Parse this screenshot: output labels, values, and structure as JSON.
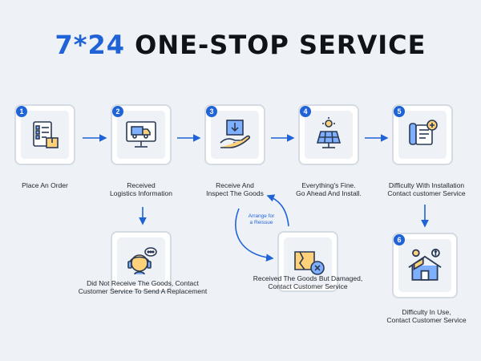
{
  "title": {
    "accent": "7*24",
    "rest": "ONE-STOP SERVICE"
  },
  "colors": {
    "accent": "#1f63d6",
    "card": "#ffffff",
    "background": "#eef2f7"
  },
  "steps": [
    {
      "num": "1",
      "icon": "order-list-icon",
      "line1": "Place An Order",
      "line2": ""
    },
    {
      "num": "2",
      "icon": "logistics-monitor-icon",
      "line1": "Received",
      "line2": "Logistics Information"
    },
    {
      "num": "3",
      "icon": "inspect-package-icon",
      "line1": "Receive And",
      "line2": "Inspect The Goods"
    },
    {
      "num": "4",
      "icon": "solar-panel-icon",
      "line1": "Everything's Fine.",
      "line2": "Go Ahead And Install."
    },
    {
      "num": "5",
      "icon": "install-manual-icon",
      "line1": "Difficulty With Installation",
      "line2": "Contact customer Service"
    },
    {
      "num": "6",
      "icon": "solar-house-icon",
      "line1": "Difficulty In Use,",
      "line2": "Contact Customer Service"
    }
  ],
  "branches": {
    "not_received": {
      "icon": "support-agent-icon",
      "line1": "Did Not Receive The Goods, Contact",
      "line2": "Customer Service To Send A Replacement"
    },
    "damaged": {
      "icon": "damaged-box-icon",
      "line1": "Received The Goods But Damaged,",
      "line2": "Contact Customer Service"
    }
  },
  "reissue_label": {
    "line1": "Arrange for",
    "line2": "a Reissue"
  }
}
